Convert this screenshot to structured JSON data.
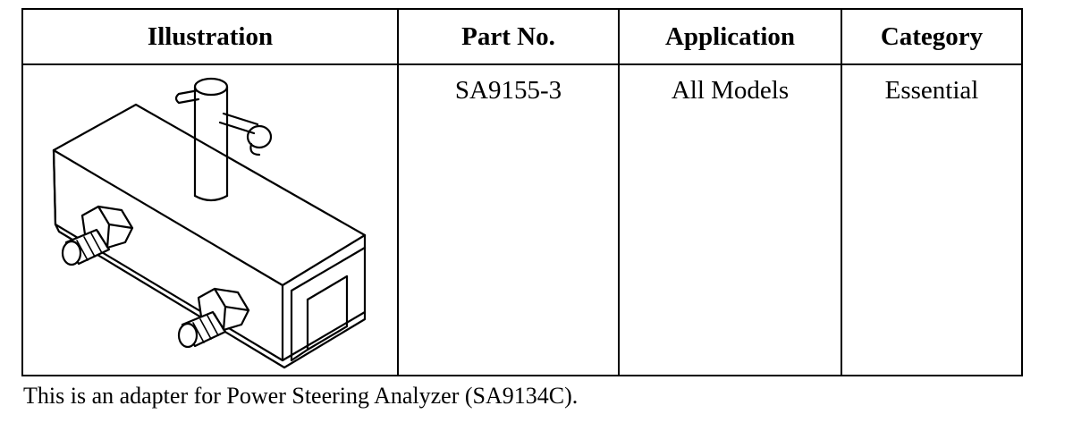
{
  "table": {
    "headers": {
      "illustration": "Illustration",
      "part_no": "Part No.",
      "application": "Application",
      "category": "Category"
    },
    "rows": [
      {
        "illustration_icon": "adapter-block-illustration",
        "part_no": "SA9155-3",
        "application": "All Models",
        "category": "Essential"
      }
    ]
  },
  "note": "This is an adapter for Power Steering Analyzer (SA9134C)."
}
